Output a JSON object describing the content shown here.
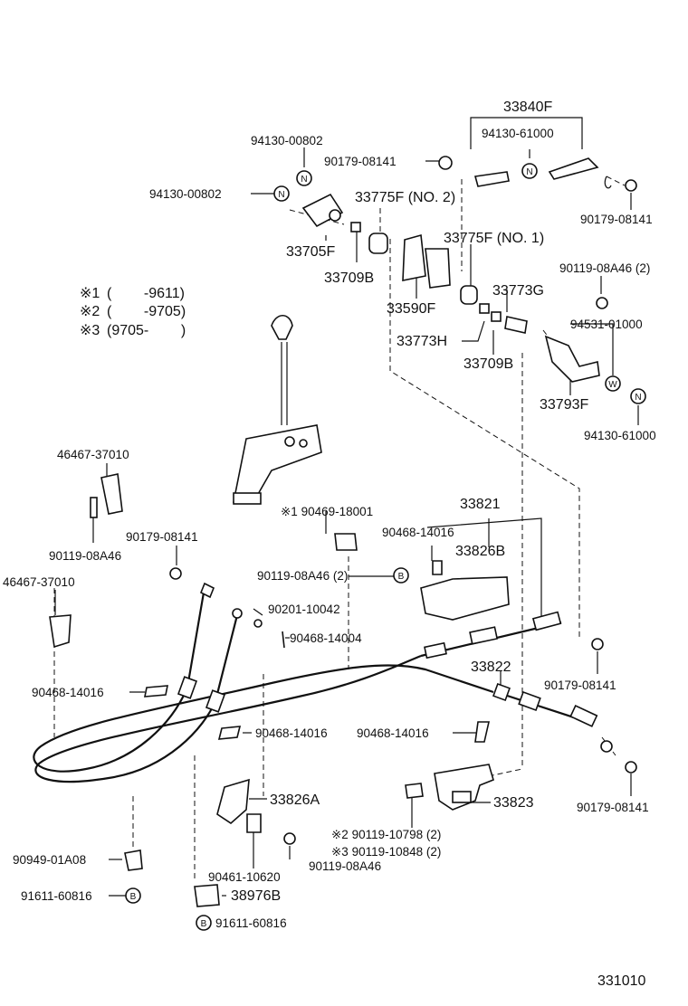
{
  "diagram_id": "331010",
  "notes": [
    {
      "mark": "※1",
      "range": "(        -9611)"
    },
    {
      "mark": "※2",
      "range": "(        -9705)"
    },
    {
      "mark": "※3",
      "range": "(9705-        )"
    }
  ],
  "callout_symbols": {
    "n": "N",
    "w": "W",
    "b": "B"
  },
  "labels": {
    "p33840F": "33840F",
    "p94130_61000_top": "94130-61000",
    "p90179_08141_a": "90179-08141",
    "p94130_00802_a": "94130-00802",
    "p94130_00802_b": "94130-00802",
    "p33775F_no2": "33775F (NO. 2)",
    "p33775F_no1": "33775F (NO. 1)",
    "p90179_08141_b": "90179-08141",
    "p33705F": "33705F",
    "p33709B_a": "33709B",
    "p33590F": "33590F",
    "p33773G": "33773G",
    "p90119_08A46_2": "90119-08A46 (2)",
    "p94531_01000": "94531-01000",
    "p33773H": "33773H",
    "p33709B_b": "33709B",
    "p33793F": "33793F",
    "p94130_61000_b": "94130-61000",
    "p46467_37010_a": "46467-37010",
    "p90469_18001": "※1 90469-18001",
    "p33821": "33821",
    "p90468_14016_a": "90468-14016",
    "p33826B": "33826B",
    "p90179_08141_c": "90179-08141",
    "p90119_08A46_a": "90119-08A46",
    "p90119_08A46_2b": "90119-08A46 (2)",
    "p46467_37010_b": "46467-37010",
    "p90201_10042": "90201-10042",
    "p90468_14004": "90468-14004",
    "p33822": "33822",
    "p90468_14016_b": "90468-14016",
    "p90179_08141_d": "90179-08141",
    "p90468_14016_c": "90468-14016",
    "p90468_14016_d": "90468-14016",
    "p33826A": "33826A",
    "p33823": "33823",
    "p90179_08141_e": "90179-08141",
    "p90119_10798": "※2 90119-10798 (2)",
    "p90119_10848": "※3 90119-10848 (2)",
    "p90949_01A08": "90949-01A08",
    "p90461_10620": "90461-10620",
    "p90119_08A46_b": "90119-08A46",
    "p91611_60816_a": "91611-60816",
    "p38976B": "38976B",
    "p91611_60816_b": "91611-60816"
  }
}
